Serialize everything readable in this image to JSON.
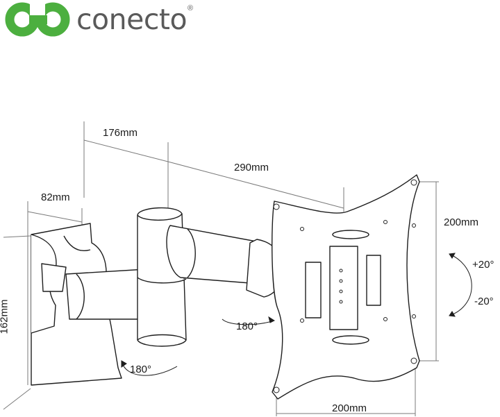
{
  "brand": {
    "name": "conecto",
    "registered": "®",
    "color_primary": "#4caf3f",
    "color_text": "#5a5a5a"
  },
  "dimensions": {
    "arm_depth": "176mm",
    "plate_offset": "290mm",
    "wall_plate_width": "82mm",
    "wall_plate_height": "162mm",
    "vesa_vertical": "200mm",
    "vesa_horizontal": "200mm"
  },
  "angles": {
    "tilt_up": "+20°",
    "tilt_down": "-20°",
    "swivel_arm": "180°",
    "swivel_wall": "180°"
  }
}
